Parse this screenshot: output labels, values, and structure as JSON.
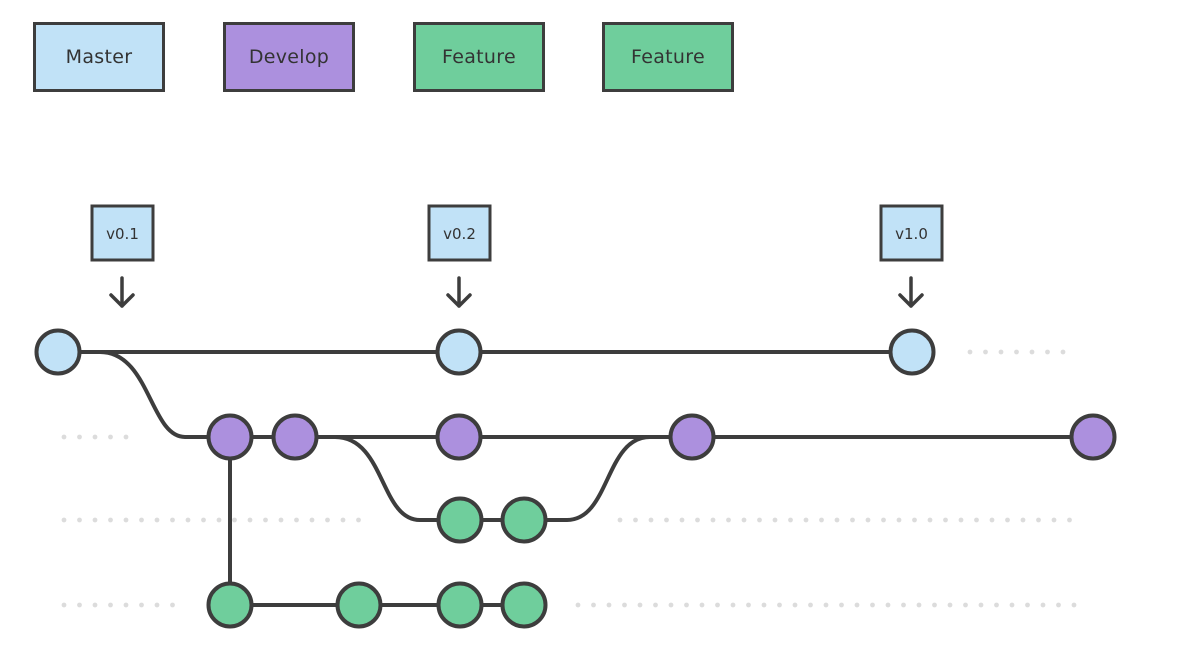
{
  "legend": [
    {
      "label": "Master",
      "color": "#c1e2f7"
    },
    {
      "label": "Develop",
      "color": "#ac90de"
    },
    {
      "label": "Feature",
      "color": "#6fce9c"
    },
    {
      "label": "Feature",
      "color": "#6fce9c"
    }
  ],
  "tags": [
    "v0.1",
    "v0.2",
    "v1.0"
  ],
  "colors": {
    "master": "#c1e2f7",
    "develop": "#ac90de",
    "feature": "#6fce9c",
    "stroke": "#3d3d3d",
    "dots": "#dcdcdc"
  }
}
